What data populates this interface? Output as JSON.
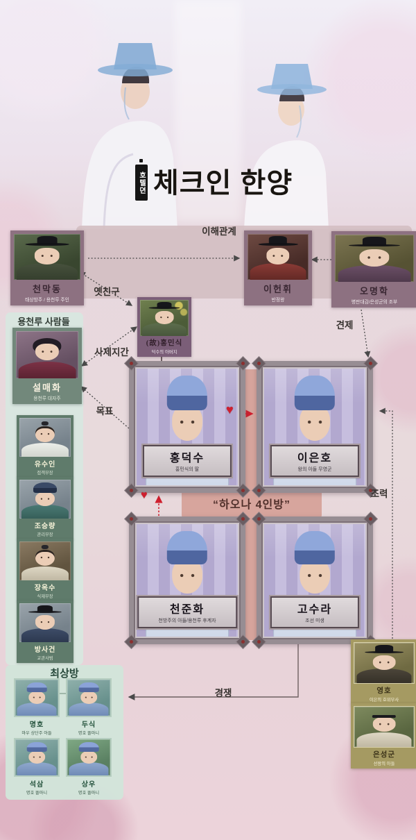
{
  "title": {
    "badge_vertical": "호텔뎐",
    "logo": "체크인 한양"
  },
  "labels": {
    "interest_box": "이해관계",
    "left_group": "용천루 사람들",
    "quad_group": "“하오나 4인방”",
    "bottom_left_group": "최상방",
    "old_friend": "옛친구",
    "teacher_student": "사제지간",
    "goal": "목표",
    "keep_in_check": "견제",
    "assist": "조력",
    "compete": "경쟁"
  },
  "people": {
    "cheonMakdong": {
      "name": "천막동",
      "role": "태상방주 / 용천루 주인"
    },
    "leeHeonhwi": {
      "name": "이헌휘",
      "role": "반정왕"
    },
    "ohMyeonghak": {
      "name": "오명학",
      "role": "병판대감/은성군의 조부"
    },
    "hongMinsik": {
      "name": "(故)홍민식",
      "role": "덕수의 아버지"
    },
    "seolMaehwa": {
      "name": "설매화",
      "role": "용천루 대자주"
    },
    "yuSuin": {
      "name": "유수인",
      "role": "접객부장"
    },
    "joSeungryang": {
      "name": "조승량",
      "role": "관리부장"
    },
    "jangOksu": {
      "name": "장옥수",
      "role": "식재부장"
    },
    "bangSageon": {
      "name": "방사건",
      "role": "교관사범"
    },
    "hongDeoksu": {
      "name": "홍덕수",
      "role": "홍민식의 딸"
    },
    "leeEunho": {
      "name": "이은호",
      "role": "왕의 아들 무영군"
    },
    "cheonJunhwa": {
      "name": "천준화",
      "role": "천방주의 아들/용천루 후계자"
    },
    "goSura": {
      "name": "고수라",
      "role": "조선 미생"
    },
    "myeongho": {
      "name": "명호",
      "role": "마우 상단주 아들"
    },
    "dusik": {
      "name": "두식",
      "role": "명호 똘마니"
    },
    "seoksam": {
      "name": "석삼",
      "role": "명호 똘마니"
    },
    "sangu": {
      "name": "상우",
      "role": "명호 똘마니"
    },
    "yeongho": {
      "name": "영호",
      "role": "이은의 호위무사"
    },
    "eunseongGun": {
      "name": "은성군",
      "role": "선왕의 아들"
    }
  },
  "icons": {
    "heart": "♥"
  },
  "colors": {
    "accent_red": "#cf1f2e",
    "salmon_cross": "#d7a59d",
    "mint_panel": "#d8e7df",
    "top_panel": "#d4bfc2",
    "card_green": "#5f7b6b",
    "card_purple": "#7b5e78",
    "card_mauve": "#8d7181",
    "olive_card": "#a59a62",
    "frame_gray": "#978d93"
  }
}
